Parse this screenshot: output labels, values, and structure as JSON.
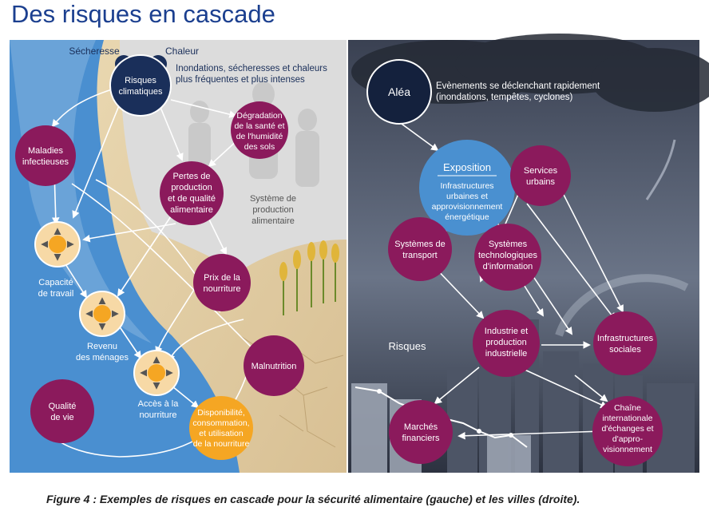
{
  "title": "Des risques en cascade",
  "caption": "Figure 4 : Exemples de risques en cascade pour la sécurité alimentaire (gauche) et les villes (droite).",
  "left": {
    "drivers": {
      "secheresse": "Sécheresse",
      "chaleur": "Chaleur"
    },
    "risques_climatiques": [
      "Risques",
      "climatiques"
    ],
    "risques_note": [
      "Inondations, sécheresses et chaleurs",
      "plus fréquentes et plus intenses"
    ],
    "degradation": [
      "Dégradation",
      "de la santé et",
      "de l'humidité",
      "des sols"
    ],
    "pertes": [
      "Pertes de",
      "production",
      "et de qualité",
      "alimentaire"
    ],
    "systeme": [
      "Système de",
      "production",
      "alimentaire"
    ],
    "maladies": [
      "Maladies",
      "infectieuses"
    ],
    "prix": [
      "Prix de la",
      "nourriture"
    ],
    "capacite": [
      "Capacité",
      "de travail"
    ],
    "revenu": [
      "Revenu",
      "des ménages"
    ],
    "acces": [
      "Accès à la",
      "nourriture"
    ],
    "malnutrition": "Malnutrition",
    "qualite": [
      "Qualité",
      "de vie"
    ],
    "disponibilite": [
      "Disponibilité,",
      "consommation,",
      "et utilisation",
      "de la nourriture"
    ]
  },
  "right": {
    "alea": "Aléa",
    "alea_note": [
      "Evènements se déclenchant rapidement",
      "(inondations, tempêtes, cyclones)"
    ],
    "exposition_title": "Exposition",
    "exposition_body": [
      "Infrastructures",
      "urbaines et",
      "approvisionnement",
      "énergétique"
    ],
    "services": [
      "Services",
      "urbains"
    ],
    "transport": [
      "Systèmes de",
      "transport"
    ],
    "tech": [
      "Systèmes",
      "technologiques",
      "d'information"
    ],
    "risques_label": "Risques",
    "industrie": [
      "Industrie et",
      "production",
      "industrielle"
    ],
    "infra_sociales": [
      "Infrastructures",
      "sociales"
    ],
    "marches": [
      "Marchés",
      "financiers"
    ],
    "chaine": [
      "Chaîne",
      "internationale",
      "d'échanges et",
      "d'appro-",
      "visionnement"
    ]
  },
  "colors": {
    "purple": "#8b1a5c",
    "navy": "#1a2f5a",
    "blue_light": "#4a90d0",
    "orange_pale": "#f7d9a6",
    "orange": "#f5a623",
    "title_blue": "#1b3f8f"
  }
}
